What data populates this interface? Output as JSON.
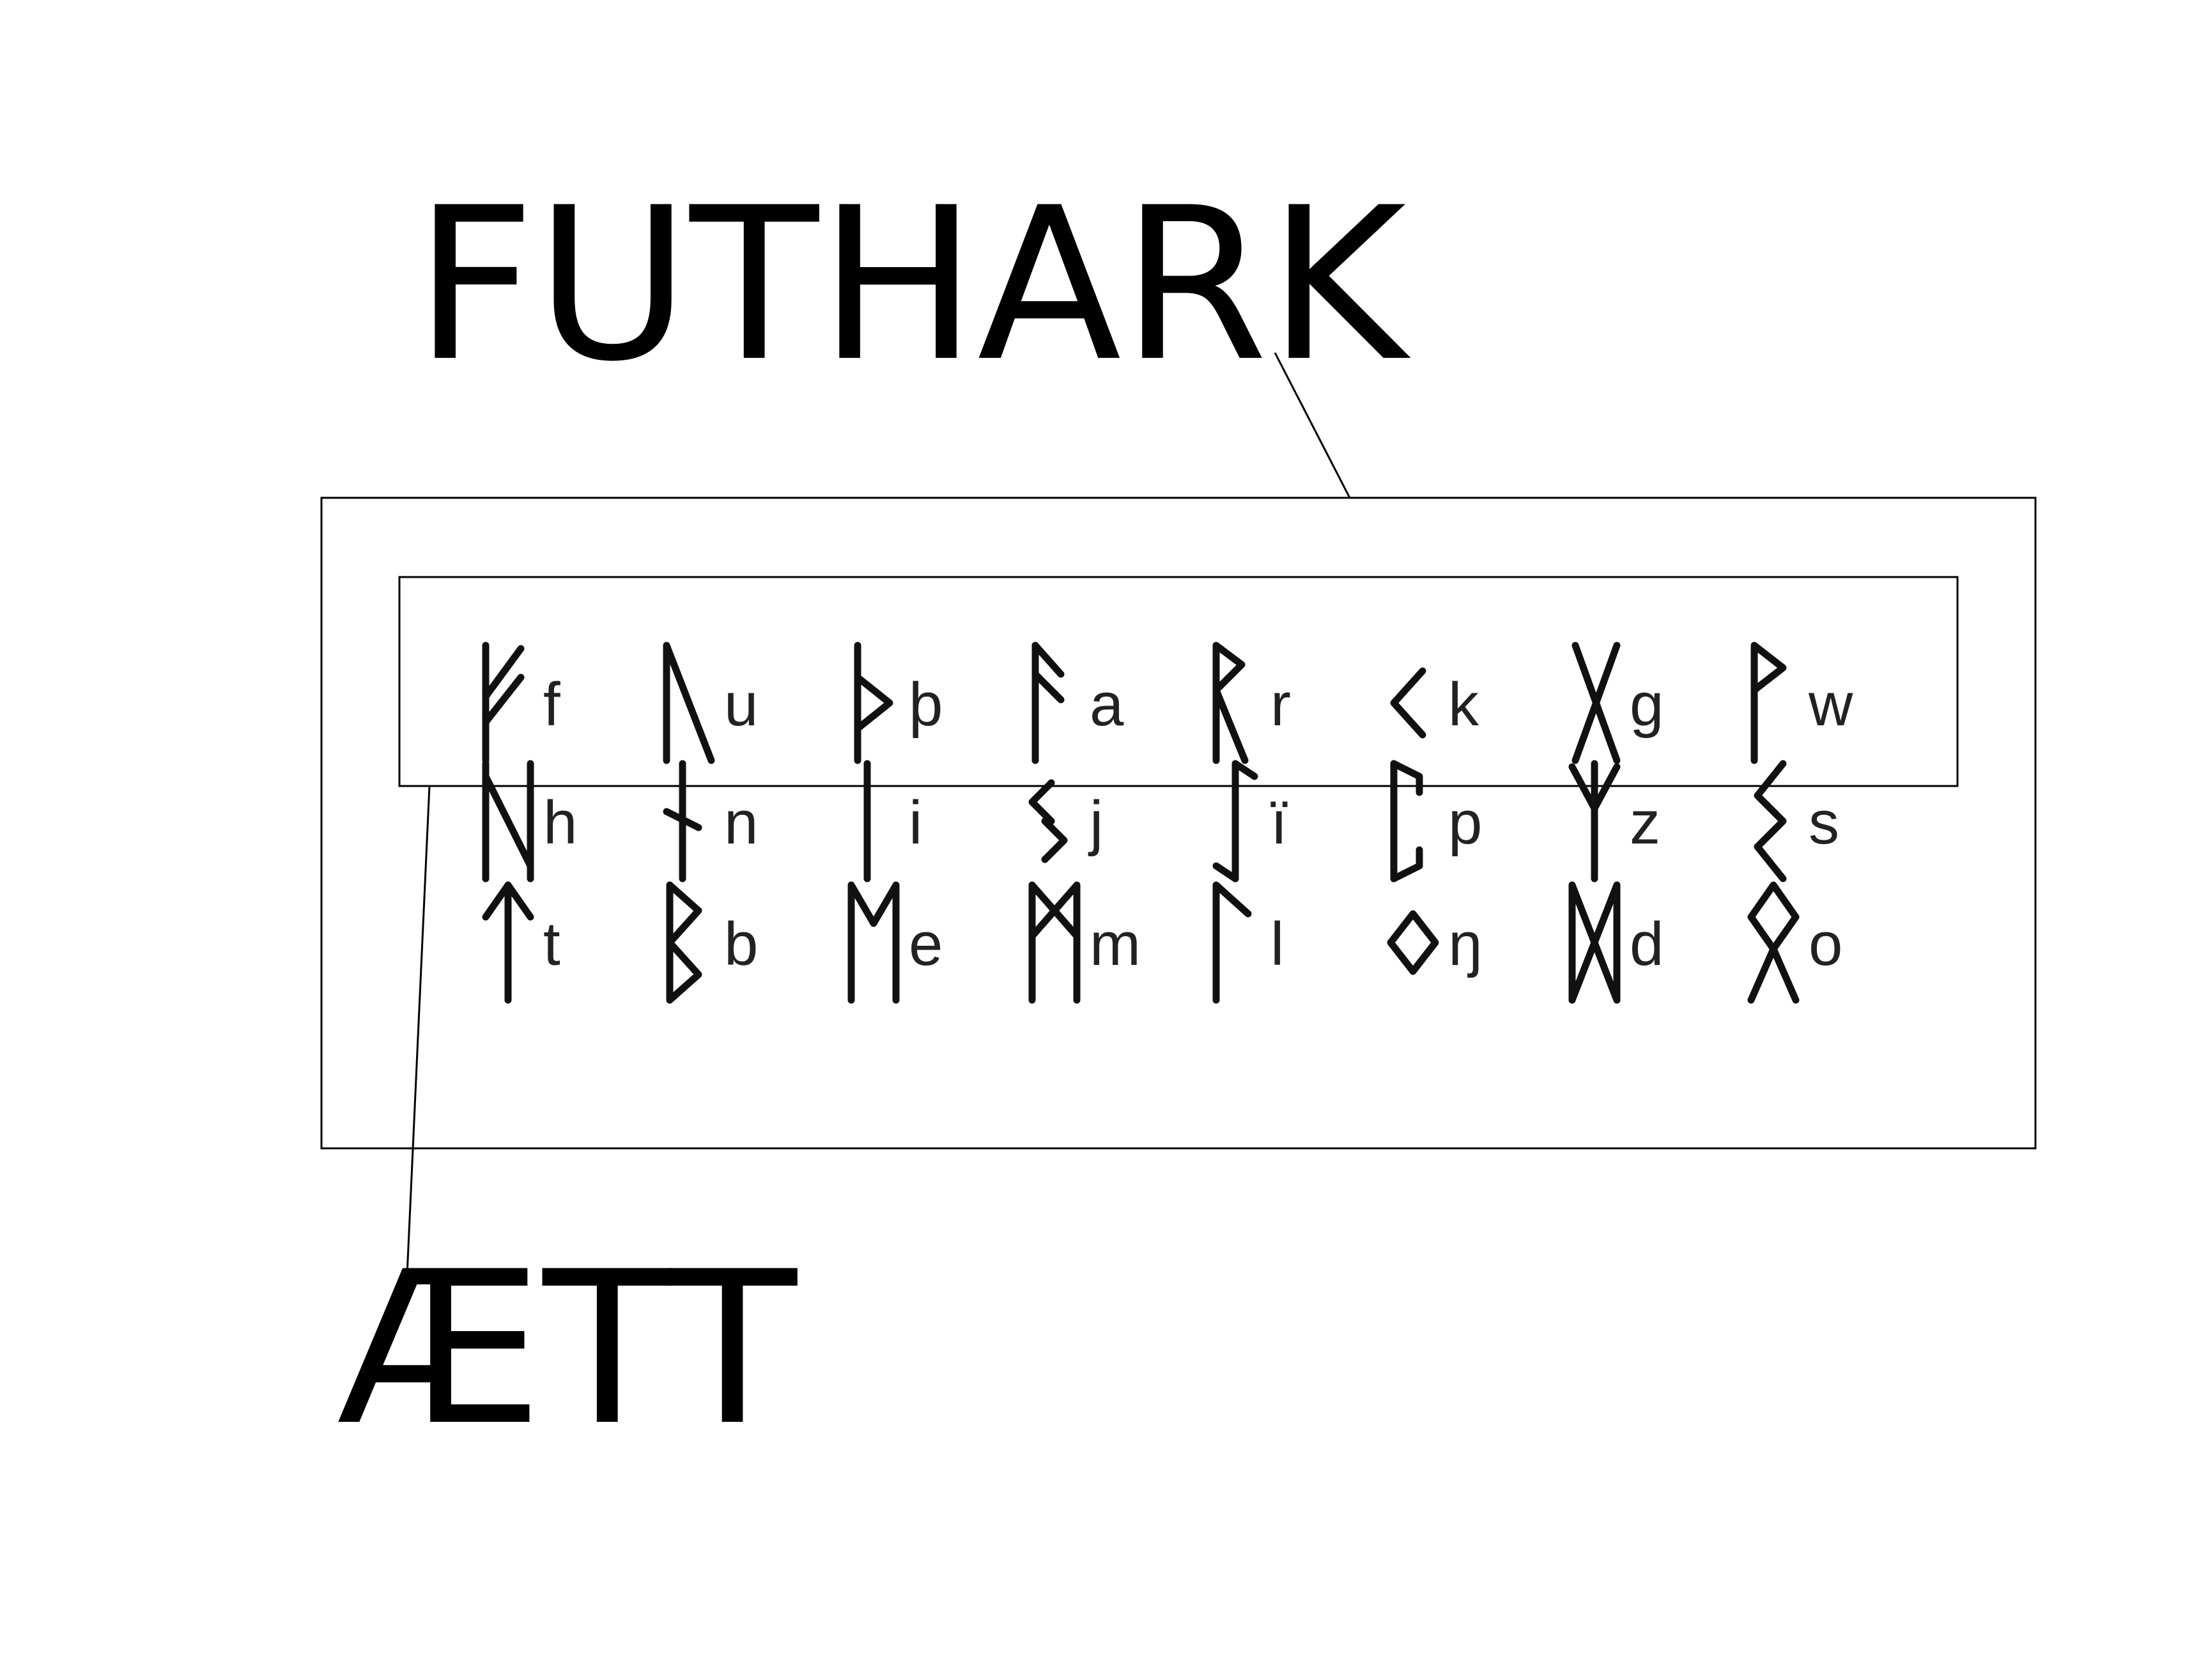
{
  "labels": {
    "futhark": "FUTHARK",
    "aett": "ÆTT"
  },
  "colors": {
    "ink": "#000000",
    "rune_stroke": "#111111",
    "background": "#ffffff"
  },
  "rows": [
    [
      {
        "rune": "fehu",
        "letter": "f"
      },
      {
        "rune": "uruz",
        "letter": "u"
      },
      {
        "rune": "thurisaz",
        "letter": "þ"
      },
      {
        "rune": "ansuz",
        "letter": "a"
      },
      {
        "rune": "raido",
        "letter": "r"
      },
      {
        "rune": "kaunan",
        "letter": "k"
      },
      {
        "rune": "gebo",
        "letter": "g"
      },
      {
        "rune": "wunjo",
        "letter": "w"
      }
    ],
    [
      {
        "rune": "hagalaz",
        "letter": "h"
      },
      {
        "rune": "naudiz",
        "letter": "n"
      },
      {
        "rune": "isaz",
        "letter": "i"
      },
      {
        "rune": "jera",
        "letter": "j"
      },
      {
        "rune": "eihwaz",
        "letter": "ï"
      },
      {
        "rune": "perth",
        "letter": "p"
      },
      {
        "rune": "algiz",
        "letter": "z"
      },
      {
        "rune": "sowilo",
        "letter": "s"
      }
    ],
    [
      {
        "rune": "tiwaz",
        "letter": "t"
      },
      {
        "rune": "berkano",
        "letter": "b"
      },
      {
        "rune": "ehwaz",
        "letter": "e"
      },
      {
        "rune": "mannaz",
        "letter": "m"
      },
      {
        "rune": "laguz",
        "letter": "l"
      },
      {
        "rune": "ingwaz",
        "letter": "ŋ"
      },
      {
        "rune": "dagaz",
        "letter": "d"
      },
      {
        "rune": "othala",
        "letter": "o"
      }
    ]
  ]
}
